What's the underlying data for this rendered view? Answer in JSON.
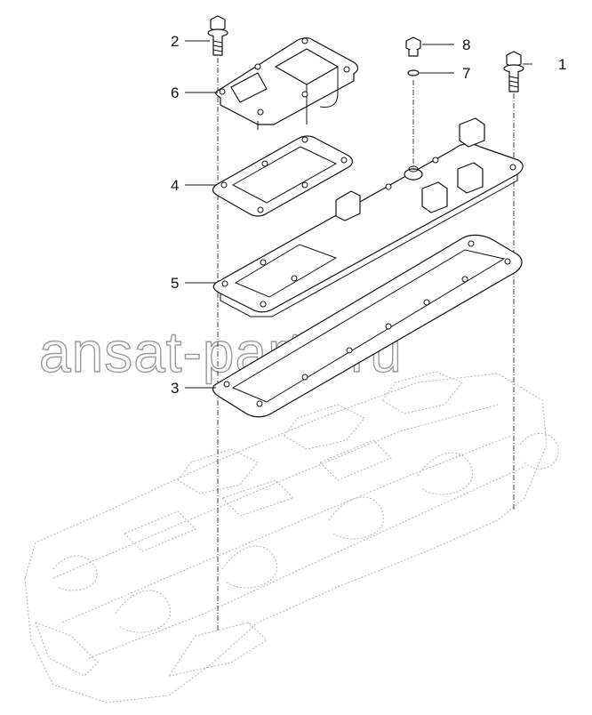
{
  "watermark": "ansat-parts.ru",
  "callouts": [
    {
      "id": "1",
      "label": "1",
      "part": "flange-bolt-right"
    },
    {
      "id": "2",
      "label": "2",
      "part": "flange-bolt-left"
    },
    {
      "id": "3",
      "label": "3",
      "part": "cover-gasket-lower"
    },
    {
      "id": "4",
      "label": "4",
      "part": "flange-gasket"
    },
    {
      "id": "5",
      "label": "5",
      "part": "valve-cover"
    },
    {
      "id": "6",
      "label": "6",
      "part": "intake-flange"
    },
    {
      "id": "7",
      "label": "7",
      "part": "o-ring"
    },
    {
      "id": "8",
      "label": "8",
      "part": "plug"
    }
  ]
}
